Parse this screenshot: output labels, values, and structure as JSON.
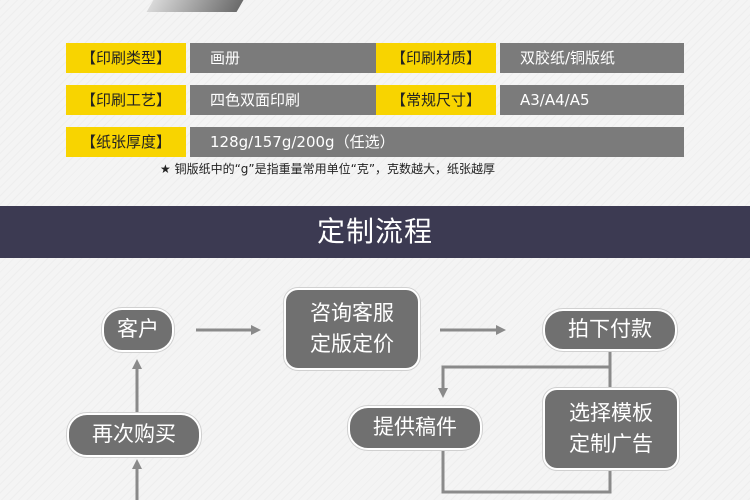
{
  "specs": {
    "print_type_label": "【印刷类型】",
    "print_type_value": "画册",
    "material_label": "【印刷材质】",
    "material_value": "双胶纸/铜版纸",
    "process_label": "【印刷工艺】",
    "process_value": "四色双面印刷",
    "size_label": "【常规尺寸】",
    "size_value": "A3/A4/A5",
    "thickness_label": "【纸张厚度】",
    "thickness_value": "128g/157g/200g（任选）",
    "note": "★ 铜版纸中的“g”是指重量常用单位“克”，克数越大，纸张越厚"
  },
  "section": {
    "title": "定制流程"
  },
  "flow": {
    "customer": "客户",
    "consult": "咨询客服\n定版定价",
    "order": "拍下付款",
    "template": "选择模板\n定制广告",
    "submit": "提供稿件",
    "repurchase": "再次购买"
  },
  "colors": {
    "label_bg": "#f8d400",
    "value_bg": "#7b7b7b",
    "banner_bg": "#3c3a52",
    "node_bg": "#707070",
    "arrow": "#8a8a8a"
  }
}
